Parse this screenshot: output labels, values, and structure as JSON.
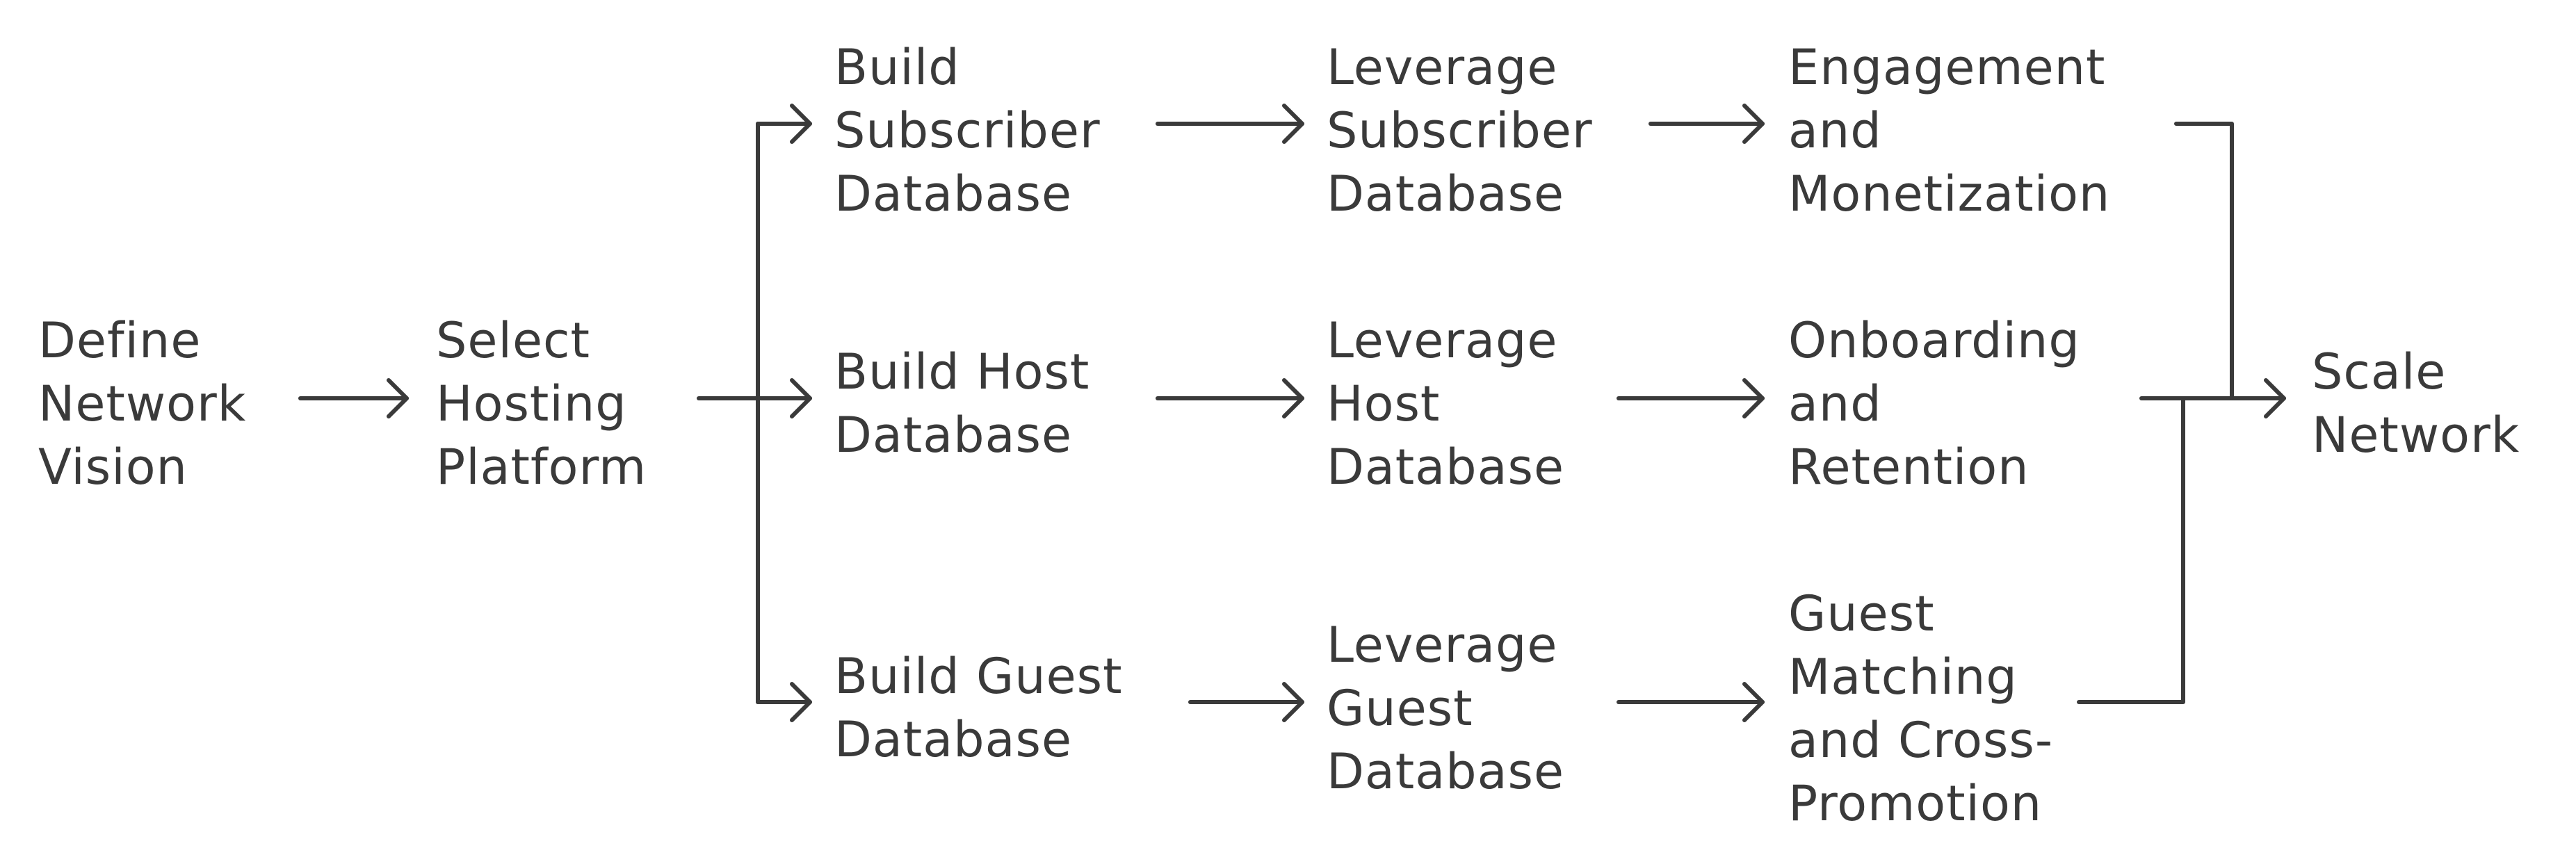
{
  "nodes": {
    "define_vision": [
      "Define",
      "Network",
      "Vision"
    ],
    "select_platform": [
      "Select",
      "Hosting",
      "Platform"
    ],
    "build_subscriber": [
      "Build",
      "Subscriber",
      "Database"
    ],
    "build_host": [
      "Build Host",
      "Database"
    ],
    "build_guest": [
      "Build Guest",
      "Database"
    ],
    "leverage_subscriber": [
      "Leverage",
      "Subscriber",
      "Database"
    ],
    "leverage_host": [
      "Leverage",
      "Host",
      "Database"
    ],
    "leverage_guest": [
      "Leverage",
      "Guest",
      "Database"
    ],
    "engagement": [
      "Engagement",
      "and",
      "Monetization"
    ],
    "onboarding": [
      "Onboarding",
      "and",
      "Retention"
    ],
    "guest_matching": [
      "Guest",
      "Matching",
      "and Cross-",
      "Promotion"
    ],
    "scale": [
      "Scale",
      "Network"
    ]
  },
  "edges": [
    {
      "from": "define_vision",
      "to": "select_platform"
    },
    {
      "from": "select_platform",
      "to": "build_subscriber"
    },
    {
      "from": "select_platform",
      "to": "build_host"
    },
    {
      "from": "select_platform",
      "to": "build_guest"
    },
    {
      "from": "build_subscriber",
      "to": "leverage_subscriber"
    },
    {
      "from": "build_host",
      "to": "leverage_host"
    },
    {
      "from": "build_guest",
      "to": "leverage_guest"
    },
    {
      "from": "leverage_subscriber",
      "to": "engagement"
    },
    {
      "from": "leverage_host",
      "to": "onboarding"
    },
    {
      "from": "leverage_guest",
      "to": "guest_matching"
    },
    {
      "from": "engagement",
      "to": "scale"
    },
    {
      "from": "onboarding",
      "to": "scale"
    },
    {
      "from": "guest_matching",
      "to": "scale"
    }
  ]
}
